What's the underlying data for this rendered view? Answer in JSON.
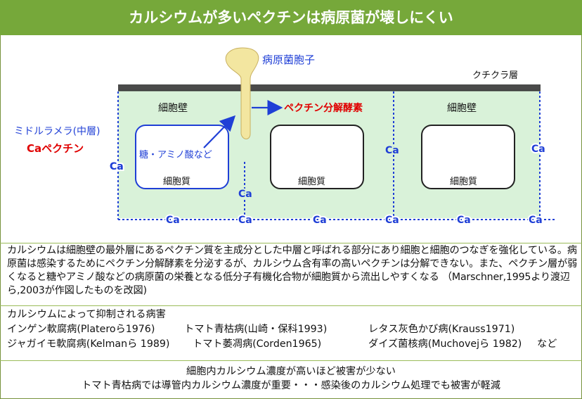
{
  "title": "カルシウムが多いペクチンは病原菌が壊しにくい",
  "diagram": {
    "spore_label": "病原菌胞子",
    "cuticle_label": "クチクラ層",
    "cell_wall_left": "細胞壁",
    "cell_wall_right": "細胞壁",
    "enzyme_label": "ペクチン分解酵素",
    "middle_lamella": "ミドルラメラ(中層)",
    "ca_pectin": "Caペクチン",
    "sugar_label": "糖・アミノ酸など",
    "cytoplasm": [
      "細胞質",
      "細胞質",
      "細胞質"
    ],
    "ca": "Ca",
    "colors": {
      "green_fill": "#d9f2d9",
      "blue": "#1f3fd6",
      "red": "#e00000",
      "spore": "#f3e6a0",
      "header": "#76a83a"
    }
  },
  "description": "カルシウムは細胞壁の最外層にあるペクチン質を主成分とした中層と呼ばれる部分にあり細胞と細胞のつなぎを強化している。病原菌は感染するためにペクチン分解酵素を分泌するが、カルシウム含有率の高いペクチンは分解できない。また、ペクチン層が弱くなると糖やアミノ酸などの病原菌の栄養となる低分子有機化合物が細胞質から流出しやすくなる （Marschner,1995より渡辺ら,2003が作図したものを改図)",
  "diseases": {
    "heading": "カルシウムによって抑制される病害",
    "row1": [
      "インゲン軟腐病(Plateroら1976)",
      "トマト青枯病(山崎・保科1993)",
      "レタス灰色かび病(Krauss1971)"
    ],
    "row2": [
      "ジャガイモ軟腐病(Kelmanら 1989)",
      "トマト萎凋病(Corden1965)",
      "ダイズ菌核病(Muchovejら 1982)",
      "など"
    ]
  },
  "summary": {
    "line1": "細胞内カルシウム濃度が高いほど被害が少ない",
    "line2": "トマト青枯病では導管内カルシウム濃度が重要・・・感染後のカルシウム処理でも被害が軽減"
  }
}
